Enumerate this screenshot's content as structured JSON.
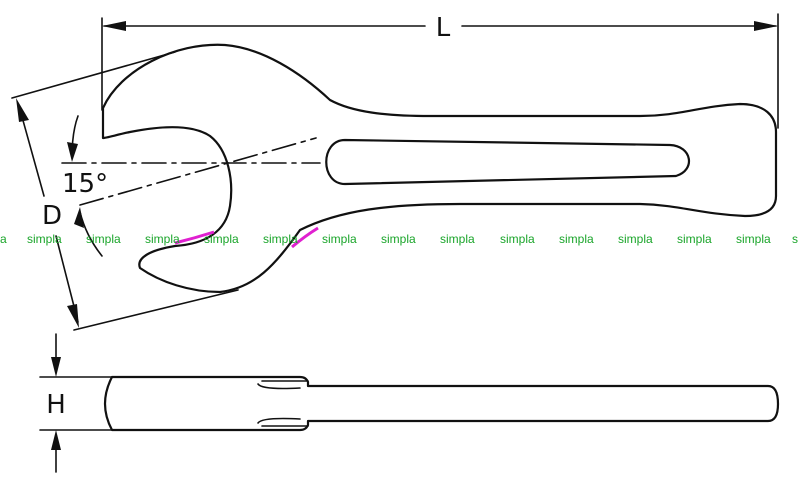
{
  "labels": {
    "length": "L",
    "angle": "15°",
    "jaw_opening": "D",
    "thickness": "H"
  },
  "watermark": {
    "text": "simpla",
    "color": "#1aa52a",
    "edge_fragment_left": "a",
    "edge_fragment_right": "s"
  },
  "colors": {
    "line": "#111111",
    "highlight": "#e020d0"
  }
}
